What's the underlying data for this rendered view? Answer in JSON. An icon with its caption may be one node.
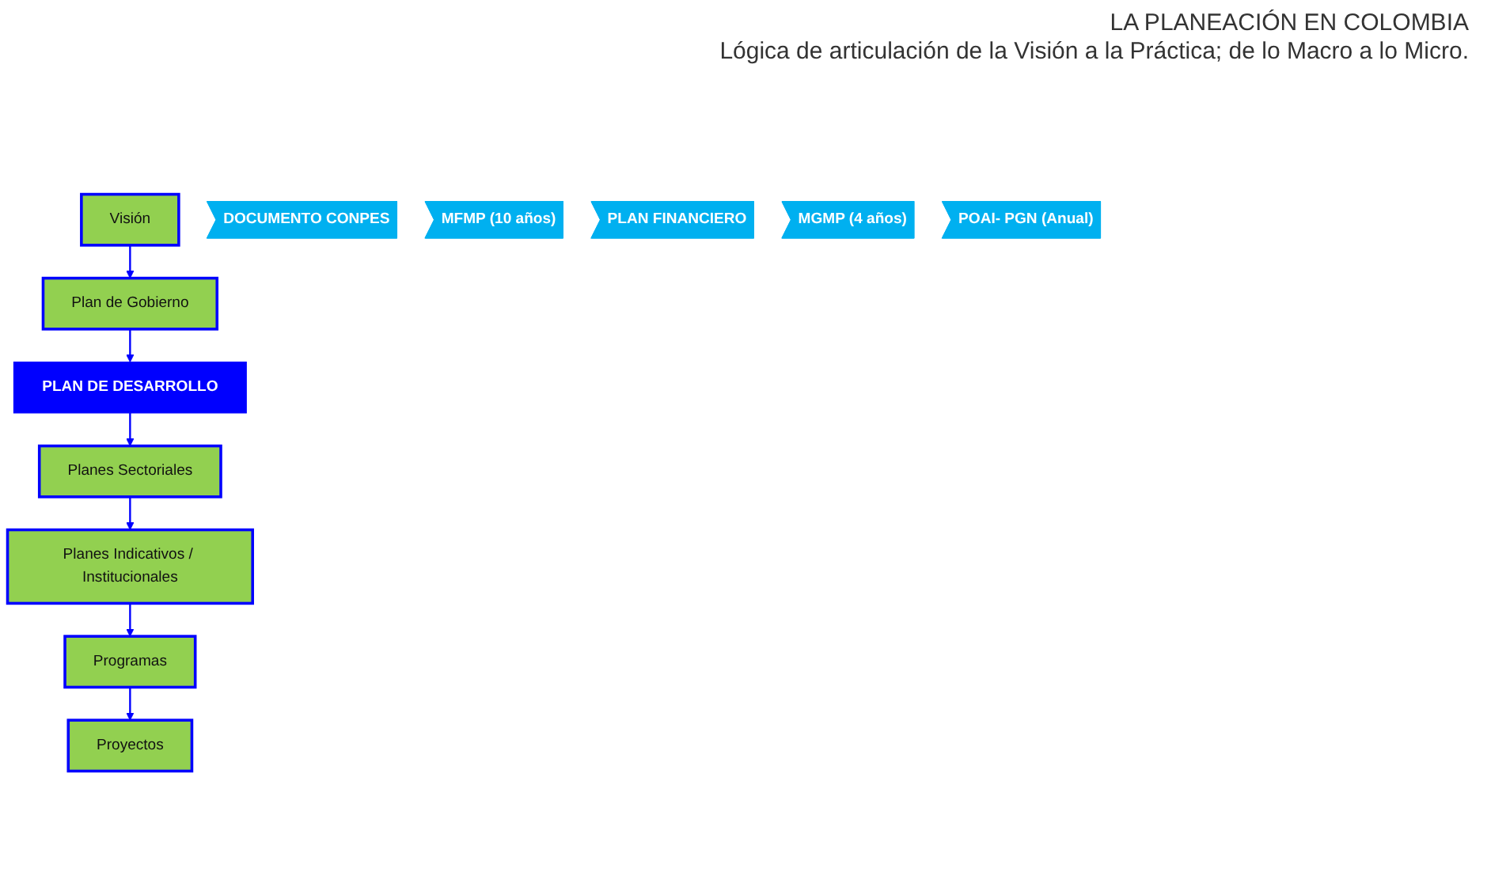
{
  "diagram": {
    "title": "LA PLANEACIÓN EN COLOMBIA",
    "nodes": [
      {
        "text": [
          "Visión"
        ]
      },
      {
        "text": [
          "Plan de Gobierno"
        ]
      },
      {
        "text": [
          "PLAN DE DESARROLLO"
        ]
      },
      {
        "text": [
          "Planes Sectoriales"
        ]
      },
      {
        "text": [
          "Planes Indicativos / Institucionales"
        ]
      },
      {
        "text": [
          "Programas"
        ]
      },
      {
        "text": [
          "Proyectos"
        ]
      },
      {
        "text": [
          "DOCUMENTO CONPES"
        ]
      },
      {
        "text": [
          "MFMP (10 años)"
        ]
      },
      {
        "text": [
          "PLAN FINANCIERO"
        ]
      },
      {
        "text": [
          "MGMP (4 años)"
        ]
      },
      {
        "text": [
          "POAI- PGN (Anual)"
        ]
      }
    ],
    "edges": [
      {
        "from": 0,
        "to": 1,
        "arrow": "to"
      },
      {
        "from": 1,
        "to": 2,
        "arrow": "to"
      },
      {
        "from": 2,
        "to": 3,
        "arrow": "to"
      },
      {
        "from": 3,
        "to": 4,
        "arrow": "to"
      },
      {
        "from": 4,
        "to": 5,
        "arrow": "to"
      },
      {
        "from": 5,
        "to": 6,
        "arrow": "to"
      }
    ],
    "labels": [
      "Lógica de articulación de la Visión a la Práctica; de lo Macro a lo Micro."
    ]
  }
}
